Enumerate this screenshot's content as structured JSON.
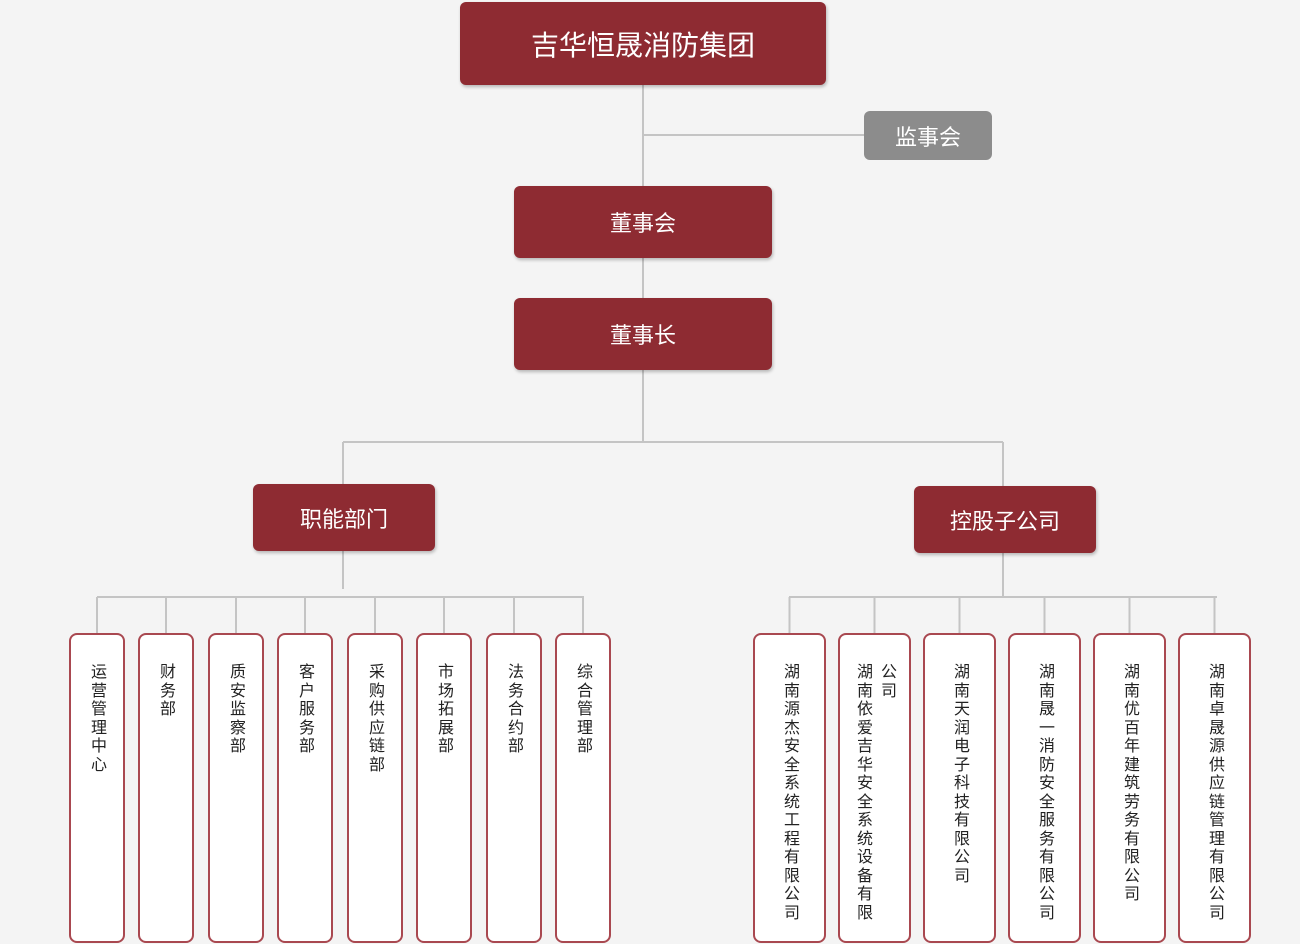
{
  "colors": {
    "node_fill": "#8e2b32",
    "supervisor_fill": "#8c8c8c",
    "leaf_border": "#a94850",
    "connector": "#c4c4c4",
    "background": "#f4f4f4"
  },
  "org": {
    "group": "吉华恒晟消防集团",
    "supervisory_board": "监事会",
    "board": "董事会",
    "chairman": "董事长",
    "functional": {
      "title": "职能部门",
      "departments": [
        {
          "col1": "运营管理中心"
        },
        {
          "col1": "财务部"
        },
        {
          "col1": "质安监察部"
        },
        {
          "col1": "客户服务部"
        },
        {
          "col1": "采购供应链部"
        },
        {
          "col1": "市场拓展部"
        },
        {
          "col1": "法务合约部"
        },
        {
          "col1": "综合管理部"
        }
      ]
    },
    "holding": {
      "title": "控股子公司",
      "companies": [
        {
          "col1": "湖南源杰安全系统工程有限公司"
        },
        {
          "col1": "湖南依爱吉华安全系统设备有限",
          "col2": "公司"
        },
        {
          "col1": "湖南天润电子科技有限公司"
        },
        {
          "col1": "湖南晟一消防安全服务有限公司"
        },
        {
          "col1": "湖南优百年建筑劳务有限公司"
        },
        {
          "col1": "湖南卓晟源供应链管理有限公司"
        }
      ]
    }
  }
}
